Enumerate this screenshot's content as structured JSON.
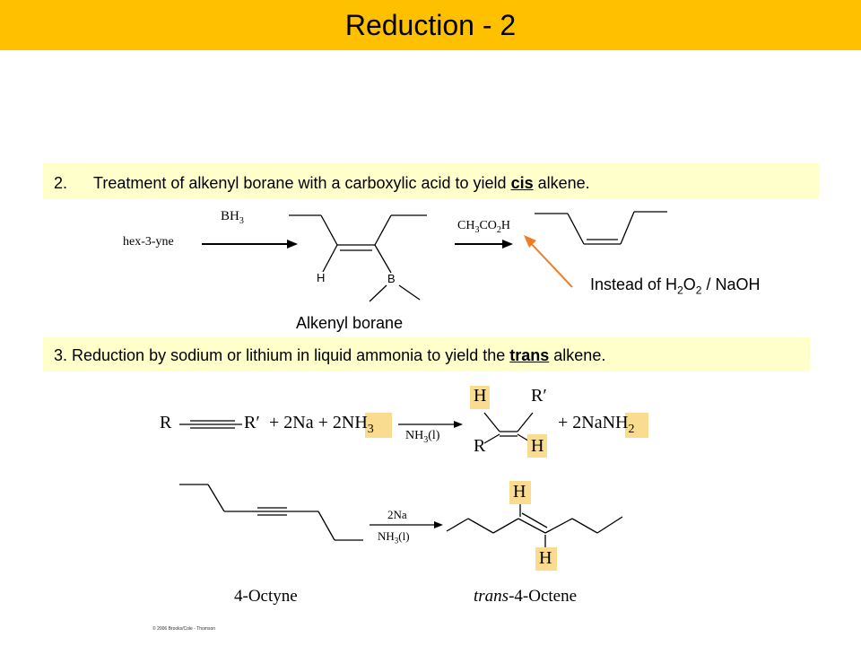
{
  "title": "Reduction - 2",
  "step2": {
    "number": "2.",
    "text_before": "Treatment of alkenyl borane with a carboxylic acid to yield ",
    "emphasis": "cis",
    "text_after": " alkene."
  },
  "scheme1": {
    "reactant": "hex-3-yne",
    "reagent1": "BH",
    "reagent1_sub": "3",
    "atom_h": "H",
    "atom_b": "B",
    "reagent2_a": "CH",
    "reagent2_sub1": "3",
    "reagent2_b": "CO",
    "reagent2_sub2": "2",
    "reagent2_c": "H",
    "intermediate_label": "Alkenyl borane",
    "note_prefix": "Instead of H",
    "note_sub1": "2",
    "note_mid": "O",
    "note_sub2": "2",
    "note_suffix": " / NaOH",
    "arrow_color": "#f07d22"
  },
  "step3": {
    "text_before": "3.  Reduction by sodium or lithium  in liquid ammonia to yield the ",
    "emphasis": "trans",
    "text_after": " alkene."
  },
  "scheme2": {
    "r": "R",
    "r_prime": "R′",
    "plus1": "+ 2Na + 2NH",
    "nh3_sub": "3",
    "arrow_label": "NH",
    "arrow_label_sub": "3",
    "arrow_label_l": "(l)",
    "h_top": "H",
    "r_prime_product": "R′",
    "r_product": "R",
    "h_bottom": "H",
    "plus2": "+  2NaNH",
    "nanh2_sub": "2",
    "highlight_color": "#f9dc90"
  },
  "scheme3": {
    "reagent_top": "2Na",
    "reagent_bottom": "NH",
    "reagent_bottom_sub": "3",
    "reagent_bottom_l": "(l)",
    "h_top": "H",
    "h_bottom": "H",
    "reactant_name": "4-Octyne",
    "product_italic": "trans",
    "product_rest": "-4-Octene"
  },
  "copyright": "© 2006 Brooks/Cole - Thomson"
}
